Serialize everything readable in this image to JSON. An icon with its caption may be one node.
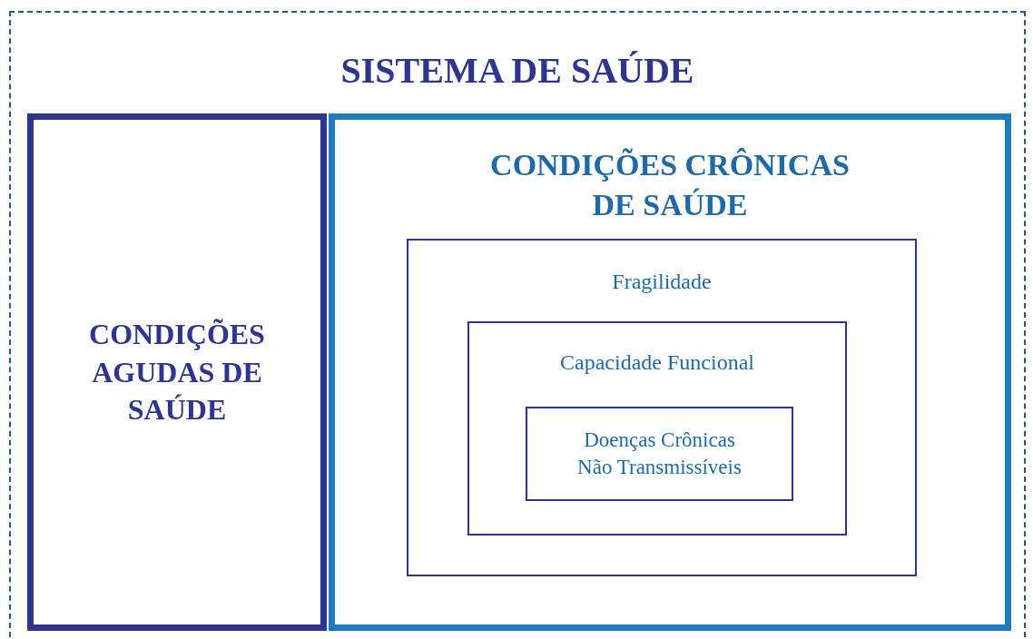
{
  "diagram": {
    "nodes": [
      {
        "text": [
          "SISTEMA DE SAÚDE"
        ]
      },
      {
        "text": [
          "CONDIÇÕES AGUDAS DE SAÚDE"
        ],
        "in": 0
      },
      {
        "text": [
          "CONDIÇÕES CRÔNICAS DE SAÚDE"
        ],
        "in": 0
      },
      {
        "text": [
          "Fragilidade"
        ],
        "in": 2
      },
      {
        "text": [
          "Capacidade Funcional"
        ],
        "in": 3
      },
      {
        "text": [
          "Doenças Crônicas Não Transmissíveis"
        ],
        "in": 4
      }
    ]
  }
}
